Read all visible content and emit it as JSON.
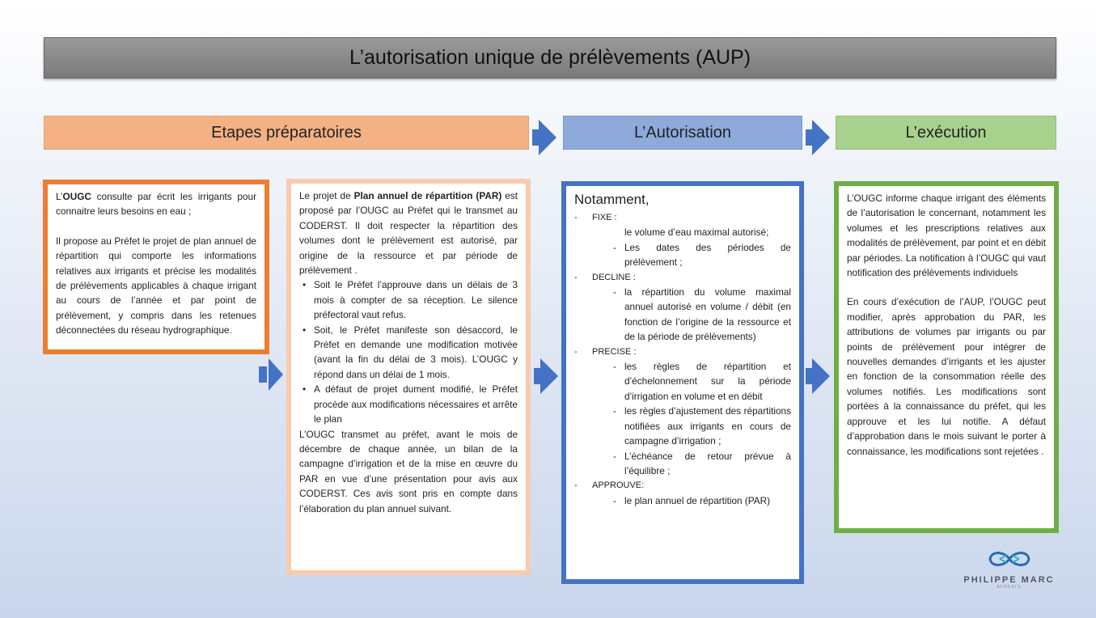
{
  "title": "L’autorisation unique de prélèvements (AUP)",
  "headers": {
    "prep": "Etapes préparatoires",
    "auth": "L’Autorisation",
    "exec": "L’exécution"
  },
  "box1": {
    "p1_pre": "L’",
    "p1_bold": "OUGC",
    "p1_post": " consulte par écrit les irrigants pour connaitre leurs besoins en eau ;",
    "p2": "Il propose au Préfet le projet de plan annuel de répartition qui comporte les informations relatives aux irrigants et précise les modalités de prélèvements applicables à chaque irrigant au cours de l’année et par point de prélèvement, y compris dans les retenues déconnectées du réseau hydrographique."
  },
  "box2": {
    "p1_pre": "Le projet de ",
    "p1_bold": "Plan annuel de répartition (PAR)",
    "p1_post": " est proposé par l’OUGC au Préfet qui le transmet au CODERST. Il doit respecter la répartition des volumes dont le prélèvement est autorisé, par origine de la ressource et par période de prélèvement .",
    "bullets": [
      "Soit le Préfet l’approuve dans un délais de 3 mois à compter de sa réception. Le silence préfectoral vaut refus.",
      "Soit, le Préfet manifeste son désaccord, le Préfet en demande une modification motivée (avant la fin du délai de 3 mois). L’OUGC y répond dans un délai de 1 mois.",
      "A défaut de projet dument modifié, le Préfet procède aux modifications nécessaires et arrête le plan"
    ],
    "p2": "L’OUGC transmet au préfet, avant le mois de décembre de chaque année, un bilan de la campagne d’irrigation et de la mise en œuvre du PAR en vue d’une présentation pour avis aux CODERST. Ces avis sont pris en compte dans l’élaboration du plan annuel suivant."
  },
  "box3": {
    "intro": "Notamment,",
    "sections": [
      {
        "label": "FIXE :",
        "items": [
          "le volume d’eau maximal autorisé;",
          "Les dates des périodes de prélèvement ;"
        ]
      },
      {
        "label": "DECLINE :",
        "items": [
          "la répartition du volume maximal annuel autorisé en volume / débit (en fonction de l’origine de la ressource et de la période de prélèvements)"
        ]
      },
      {
        "label": "PRECISE :",
        "items": [
          "les règles de répartition et d’échelonnement sur la période d’irrigation en volume et en débit",
          "les règles d’ajustement des répartitions notifiées aux irrigants en cours de campagne d’irrigation ;",
          "L’échéance de retour prévue à l’équilibre ;"
        ]
      },
      {
        "label": "APPROUVE:",
        "items": [
          "le plan annuel de répartition (PAR)"
        ]
      }
    ]
  },
  "box4": {
    "p1": "L’OUGC informe chaque irrigant des éléments de l’autorisation le concernant, notamment les volumes et les prescriptions relatives aux modalités de prélèvement, par point et en débit par périodes. La notification à l’OUGC qui vaut notification des prélèvements individuels",
    "p2": "En cours d’exécution de l’AUP, l’OUGC peut modifier, après approbation du PAR, les attributions de volumes par irrigants ou par points de prélèvement pour intégrer de nouvelles demandes d’irrigants et les ajuster en fonction de la consommation réelle des volumes notifiés. Les modifications sont portées à la connaissance du préfet, qui les approuve et les lui notifie. A défaut d’approbation dans le mois suivant le porter à connaissance, les modifications sont rejetées ."
  },
  "logo": {
    "name": "PHILIPPE MARC",
    "sub": "AVOCATS"
  },
  "colors": {
    "orange": "#ed7d31",
    "peach": "#f8cbad",
    "blue": "#4472c4",
    "green": "#70ad47"
  }
}
